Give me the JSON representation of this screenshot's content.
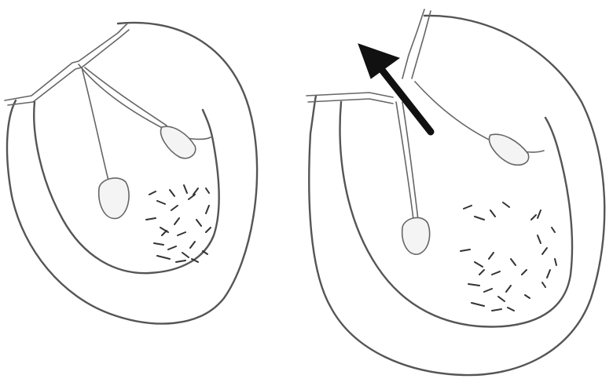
{
  "figure": {
    "panels": [
      {
        "id": "left",
        "description_hidden": true
      },
      {
        "id": "right",
        "has_arrow": true
      }
    ],
    "colors": {
      "line": "#555555",
      "background": "#ffffff",
      "arrow": "#111111"
    },
    "icons": [
      "heart-drawing",
      "arrow-icon"
    ]
  }
}
